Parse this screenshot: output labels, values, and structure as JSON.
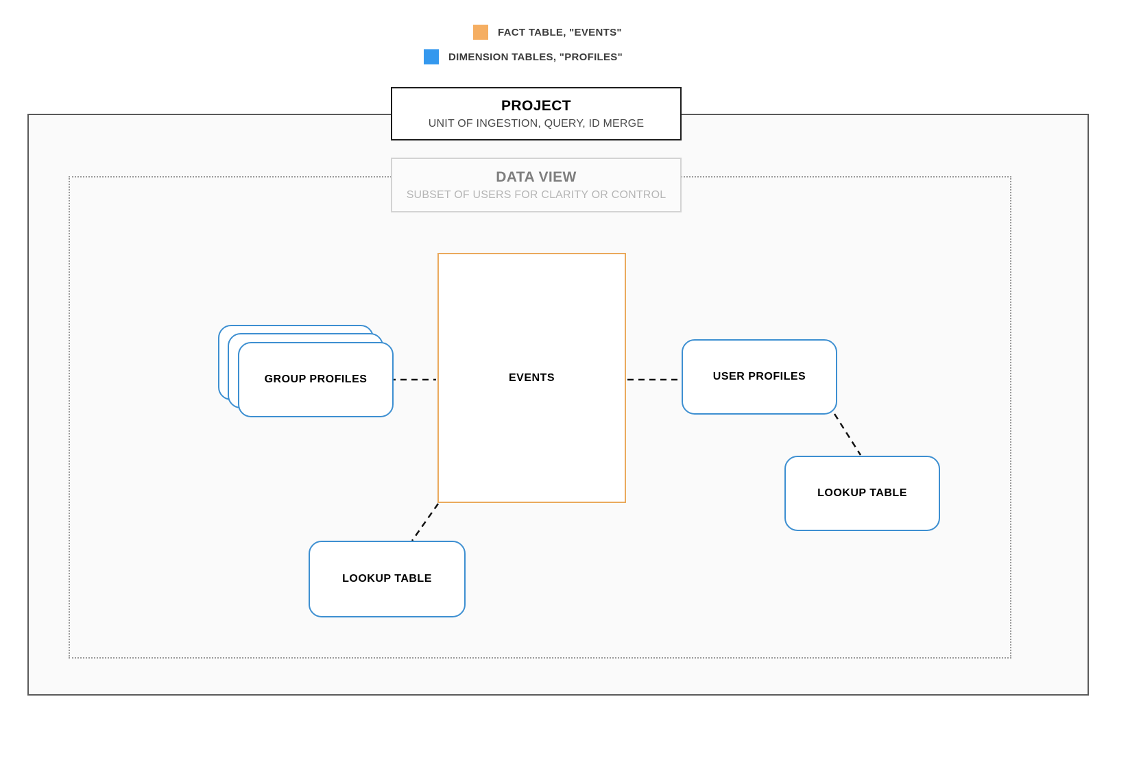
{
  "legend": {
    "items": [
      {
        "name": "fact-table",
        "label": "FACT TABLE, \"EVENTS\"",
        "color": "#f5ae62"
      },
      {
        "name": "dimension-tables",
        "label": "DIMENSION TABLES, \"PROFILES\"",
        "color": "#3498ee"
      }
    ]
  },
  "containers": {
    "project": {
      "title": "PROJECT",
      "subtitle": "UNIT OF INGESTION, QUERY, ID MERGE",
      "border_color": "#1c1c1c"
    },
    "data_view": {
      "title": "DATA VIEW",
      "subtitle": "SUBSET OF USERS FOR CLARITY OR CONTROL",
      "border_color": "#d3d3d3"
    }
  },
  "nodes": {
    "events": {
      "label": "EVENTS",
      "color": "#eaa95c",
      "kind": "fact-table"
    },
    "group_profiles": {
      "label": "GROUP PROFILES",
      "color": "#3d8fd1",
      "kind": "dimension-table-stack"
    },
    "user_profiles": {
      "label": "USER PROFILES",
      "color": "#3d8fd1",
      "kind": "dimension-table"
    },
    "lookup_table_left": {
      "label": "LOOKUP TABLE",
      "color": "#3d8fd1",
      "kind": "dimension-table"
    },
    "lookup_table_right": {
      "label": "LOOKUP TABLE",
      "color": "#3d8fd1",
      "kind": "dimension-table"
    }
  },
  "connectors": [
    {
      "name": "group-profiles-to-events",
      "style": "dashed",
      "color": "#111111"
    },
    {
      "name": "events-to-user-profiles",
      "style": "dashed",
      "color": "#111111"
    },
    {
      "name": "events-to-lookup-table-left",
      "style": "dashed",
      "color": "#111111"
    },
    {
      "name": "user-profiles-to-lookup-table-right",
      "style": "dashed",
      "color": "#111111"
    }
  ]
}
